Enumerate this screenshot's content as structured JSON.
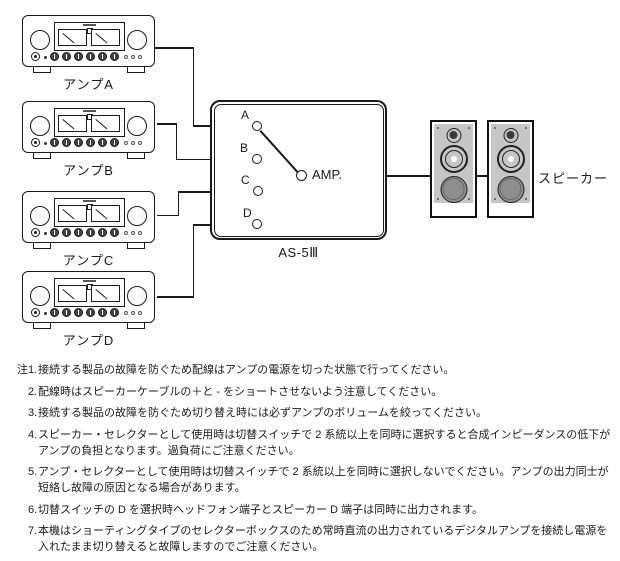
{
  "diagram": {
    "amplifiers": [
      {
        "label": "アンプA"
      },
      {
        "label": "アンプB"
      },
      {
        "label": "アンプC"
      },
      {
        "label": "アンプD"
      }
    ],
    "selector": {
      "model": "AS-5Ⅲ",
      "terminals": [
        "A",
        "B",
        "C",
        "D"
      ],
      "output_label": "AMP."
    },
    "speakers": {
      "label": "スピーカー",
      "count": 2
    }
  },
  "notes": {
    "prefix": "注",
    "items": [
      {
        "num": "1.",
        "text": "接続する製品の故障を防ぐため配線はアンプの電源を切った状態で行ってください。"
      },
      {
        "num": "2.",
        "text": "配線時はスピーカーケーブルの＋と - をショートさせないよう注意してください。"
      },
      {
        "num": "3.",
        "text": "接続する製品の故障を防ぐため切り替え時には必ずアンプのボリュームを絞ってください。"
      },
      {
        "num": "4.",
        "text": "スピーカー・セレクターとして使用時は切替スイッチで 2 系統以上を同時に選択すると合成インピーダンスの低下がアンプの負担となります。過負荷にご注意ください。"
      },
      {
        "num": "5.",
        "text": "アンプ・セレクターとして使用時は切替スイッチで 2 系統以上を同時に選択しないでください。アンプの出力同士が短絡し故障の原因となる場合があります。"
      },
      {
        "num": "6.",
        "text": "切替スイッチの D を選択時ヘッドフォン端子とスピーカー D 端子は同時に出力されます。"
      },
      {
        "num": "7.",
        "text": "本機はショーティングタイプのセレクターボックスのため常時直流の出力されているデジタルアンプを接続し電源を入れたまま切り替えると故障しますのでご注意ください。"
      }
    ]
  },
  "colors": {
    "line": "#1a1a1a",
    "speaker_face": "#c6c6c6",
    "woofer": "#8e8e8e",
    "background": "#ffffff"
  }
}
